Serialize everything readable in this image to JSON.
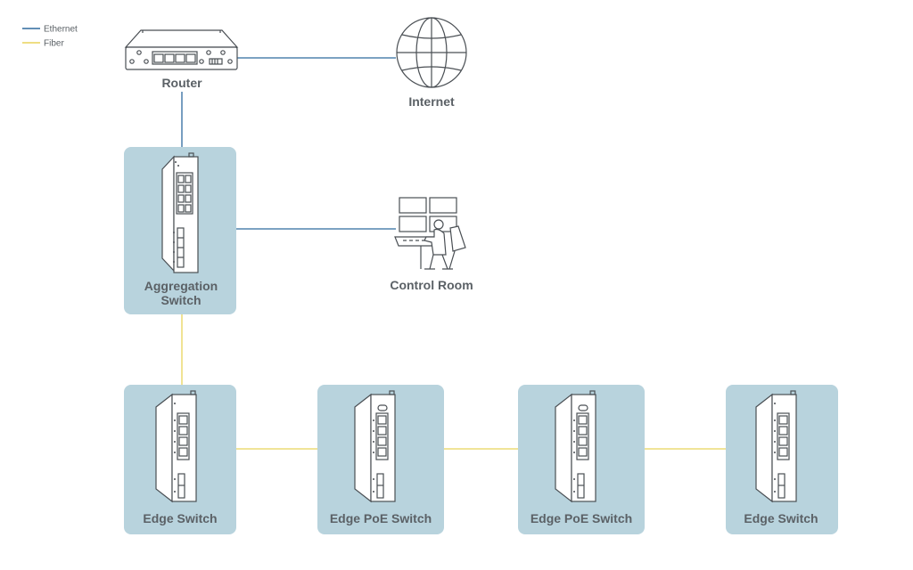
{
  "legend": {
    "ethernet": "Ethernet",
    "fiber": "Fiber"
  },
  "colors": {
    "ethernet": "#2e6a9e",
    "fiber": "#e8d45a",
    "box": "#b8d3dd",
    "text": "#5b6166"
  },
  "nodes": {
    "router": "Router",
    "internet": "Internet",
    "aggregation": [
      "Aggregation",
      "Switch"
    ],
    "control_room": "Control Room",
    "edge1": "Edge Switch",
    "edge2": "Edge PoE Switch",
    "edge3": "Edge PoE Switch",
    "edge4": "Edge Switch"
  },
  "icons": {
    "router": "router-icon",
    "internet": "globe-icon",
    "switch": "industrial-switch-icon",
    "control_room": "operator-workstation-icon"
  }
}
